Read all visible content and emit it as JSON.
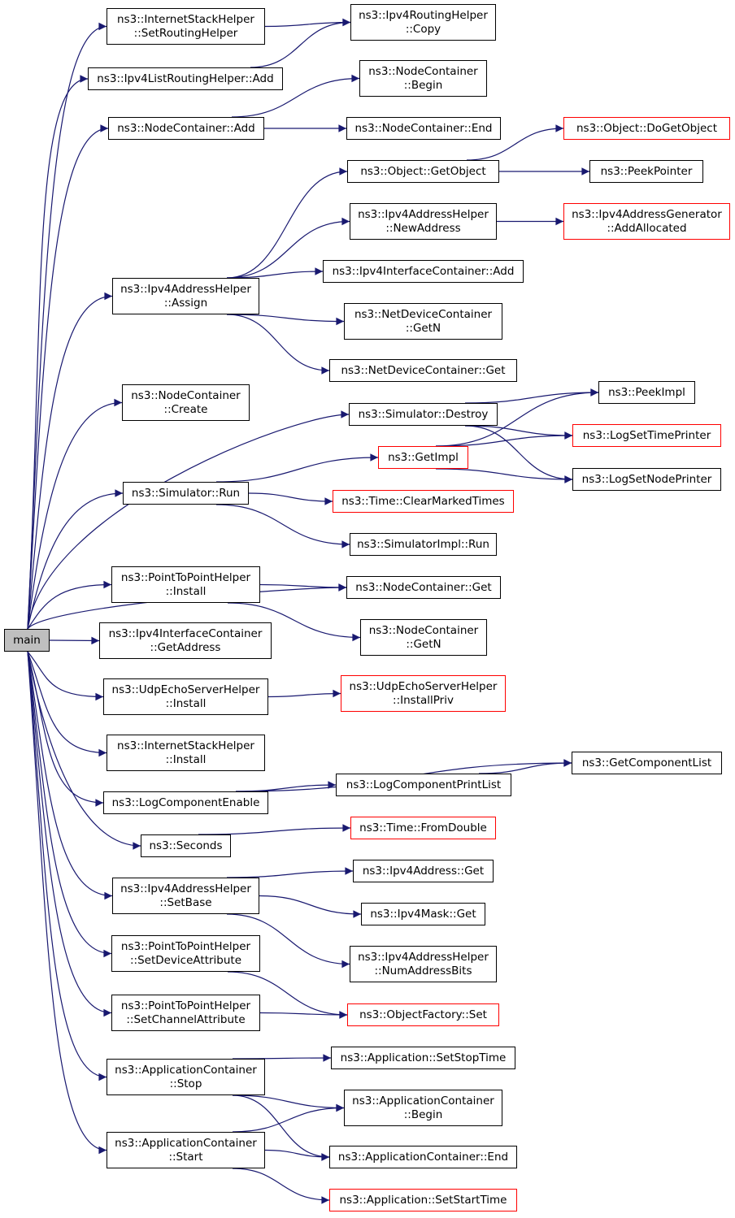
{
  "colors": {
    "edge": "#191970",
    "node_border": "#000000",
    "truncated_border": "#ff0000",
    "root_fill": "#bfbfbf"
  },
  "nodes": {
    "main": {
      "lines": [
        "main"
      ]
    },
    "ish_setrouting": {
      "lines": [
        "ns3::InternetStackHelper",
        "::SetRoutingHelper"
      ]
    },
    "ipv4rh_copy": {
      "lines": [
        "ns3::Ipv4RoutingHelper",
        "::Copy"
      ]
    },
    "ipv4lrh_add": {
      "lines": [
        "ns3::Ipv4ListRoutingHelper::Add"
      ]
    },
    "nc_begin": {
      "lines": [
        "ns3::NodeContainer",
        "::Begin"
      ]
    },
    "nc_add": {
      "lines": [
        "ns3::NodeContainer::Add"
      ]
    },
    "nc_end": {
      "lines": [
        "ns3::NodeContainer::End"
      ]
    },
    "obj_dogetobject": {
      "lines": [
        "ns3::Object::DoGetObject"
      ]
    },
    "obj_getobject": {
      "lines": [
        "ns3::Object::GetObject"
      ]
    },
    "peekpointer": {
      "lines": [
        "ns3::PeekPointer"
      ]
    },
    "ipv4ah_newaddress": {
      "lines": [
        "ns3::Ipv4AddressHelper",
        "::NewAddress"
      ]
    },
    "ipv4ag_addallocated": {
      "lines": [
        "ns3::Ipv4AddressGenerator",
        "::AddAllocated"
      ]
    },
    "ipv4ic_add": {
      "lines": [
        "ns3::Ipv4InterfaceContainer::Add"
      ]
    },
    "ipv4ah_assign": {
      "lines": [
        "ns3::Ipv4AddressHelper",
        "::Assign"
      ]
    },
    "ndc_getn": {
      "lines": [
        "ns3::NetDeviceContainer",
        "::GetN"
      ]
    },
    "ndc_get": {
      "lines": [
        "ns3::NetDeviceContainer::Get"
      ]
    },
    "nc_create": {
      "lines": [
        "ns3::NodeContainer",
        "::Create"
      ]
    },
    "peekimpl": {
      "lines": [
        "ns3::PeekImpl"
      ]
    },
    "sim_destroy": {
      "lines": [
        "ns3::Simulator::Destroy"
      ]
    },
    "logsettimeprinter": {
      "lines": [
        "ns3::LogSetTimePrinter"
      ]
    },
    "getimpl": {
      "lines": [
        "ns3::GetImpl"
      ]
    },
    "logsetnodeprinter": {
      "lines": [
        "ns3::LogSetNodePrinter"
      ]
    },
    "sim_run": {
      "lines": [
        "ns3::Simulator::Run"
      ]
    },
    "time_clearmarked": {
      "lines": [
        "ns3::Time::ClearMarkedTimes"
      ]
    },
    "simimpl_run": {
      "lines": [
        "ns3::SimulatorImpl::Run"
      ]
    },
    "p2p_install": {
      "lines": [
        "ns3::PointToPointHelper",
        "::Install"
      ]
    },
    "nc_get": {
      "lines": [
        "ns3::NodeContainer::Get"
      ]
    },
    "nc_getn": {
      "lines": [
        "ns3::NodeContainer",
        "::GetN"
      ]
    },
    "ipv4ic_getaddress": {
      "lines": [
        "ns3::Ipv4InterfaceContainer",
        "::GetAddress"
      ]
    },
    "udpes_install": {
      "lines": [
        "ns3::UdpEchoServerHelper",
        "::Install"
      ]
    },
    "udpes_installpriv": {
      "lines": [
        "ns3::UdpEchoServerHelper",
        "::InstallPriv"
      ]
    },
    "ish_install": {
      "lines": [
        "ns3::InternetStackHelper",
        "::Install"
      ]
    },
    "getcomponentlist": {
      "lines": [
        "ns3::GetComponentList"
      ]
    },
    "logcomponentenable": {
      "lines": [
        "ns3::LogComponentEnable"
      ]
    },
    "logcomponentprintlist": {
      "lines": [
        "ns3::LogComponentPrintList"
      ]
    },
    "seconds": {
      "lines": [
        "ns3::Seconds"
      ]
    },
    "time_fromdouble": {
      "lines": [
        "ns3::Time::FromDouble"
      ]
    },
    "ipv4addr_get": {
      "lines": [
        "ns3::Ipv4Address::Get"
      ]
    },
    "ipv4ah_setbase": {
      "lines": [
        "ns3::Ipv4AddressHelper",
        "::SetBase"
      ]
    },
    "ipv4mask_get": {
      "lines": [
        "ns3::Ipv4Mask::Get"
      ]
    },
    "ipv4ah_numaddrbits": {
      "lines": [
        "ns3::Ipv4AddressHelper",
        "::NumAddressBits"
      ]
    },
    "p2p_setdeviceattr": {
      "lines": [
        "ns3::PointToPointHelper",
        "::SetDeviceAttribute"
      ]
    },
    "objfactory_set": {
      "lines": [
        "ns3::ObjectFactory::Set"
      ]
    },
    "p2p_setchannelattr": {
      "lines": [
        "ns3::PointToPointHelper",
        "::SetChannelAttribute"
      ]
    },
    "ac_stop": {
      "lines": [
        "ns3::ApplicationContainer",
        "::Stop"
      ]
    },
    "app_setstoptime": {
      "lines": [
        "ns3::Application::SetStopTime"
      ]
    },
    "ac_begin": {
      "lines": [
        "ns3::ApplicationContainer",
        "::Begin"
      ]
    },
    "ac_start": {
      "lines": [
        "ns3::ApplicationContainer",
        "::Start"
      ]
    },
    "ac_end": {
      "lines": [
        "ns3::ApplicationContainer::End"
      ]
    },
    "app_setstarttime": {
      "lines": [
        "ns3::Application::SetStartTime"
      ]
    }
  },
  "edges": [
    [
      "main",
      "ish_setrouting"
    ],
    [
      "main",
      "ipv4lrh_add"
    ],
    [
      "main",
      "nc_add"
    ],
    [
      "main",
      "ipv4ah_assign"
    ],
    [
      "main",
      "nc_create"
    ],
    [
      "main",
      "sim_destroy"
    ],
    [
      "main",
      "sim_run"
    ],
    [
      "main",
      "nc_get"
    ],
    [
      "main",
      "p2p_install"
    ],
    [
      "main",
      "ipv4ic_getaddress"
    ],
    [
      "main",
      "udpes_install"
    ],
    [
      "main",
      "ish_install"
    ],
    [
      "main",
      "logcomponentenable"
    ],
    [
      "main",
      "seconds"
    ],
    [
      "main",
      "ipv4ah_setbase"
    ],
    [
      "main",
      "p2p_setdeviceattr"
    ],
    [
      "main",
      "p2p_setchannelattr"
    ],
    [
      "main",
      "ac_stop"
    ],
    [
      "main",
      "ac_start"
    ],
    [
      "ish_setrouting",
      "ipv4rh_copy"
    ],
    [
      "ipv4lrh_add",
      "ipv4rh_copy"
    ],
    [
      "nc_add",
      "nc_begin"
    ],
    [
      "nc_add",
      "nc_end"
    ],
    [
      "obj_getobject",
      "obj_dogetobject"
    ],
    [
      "obj_getobject",
      "peekpointer"
    ],
    [
      "ipv4ah_newaddress",
      "ipv4ag_addallocated"
    ],
    [
      "ipv4ah_assign",
      "obj_getobject"
    ],
    [
      "ipv4ah_assign",
      "ipv4ah_newaddress"
    ],
    [
      "ipv4ah_assign",
      "ipv4ic_add"
    ],
    [
      "ipv4ah_assign",
      "ndc_getn"
    ],
    [
      "ipv4ah_assign",
      "ndc_get"
    ],
    [
      "sim_destroy",
      "peekimpl"
    ],
    [
      "sim_destroy",
      "logsettimeprinter"
    ],
    [
      "sim_destroy",
      "logsetnodeprinter"
    ],
    [
      "getimpl",
      "peekimpl"
    ],
    [
      "getimpl",
      "logsettimeprinter"
    ],
    [
      "getimpl",
      "logsetnodeprinter"
    ],
    [
      "sim_run",
      "getimpl"
    ],
    [
      "sim_run",
      "time_clearmarked"
    ],
    [
      "sim_run",
      "simimpl_run"
    ],
    [
      "p2p_install",
      "nc_get"
    ],
    [
      "p2p_install",
      "nc_getn"
    ],
    [
      "udpes_install",
      "udpes_installpriv"
    ],
    [
      "logcomponentenable",
      "getcomponentlist"
    ],
    [
      "logcomponentenable",
      "logcomponentprintlist"
    ],
    [
      "logcomponentprintlist",
      "getcomponentlist"
    ],
    [
      "seconds",
      "time_fromdouble"
    ],
    [
      "ipv4ah_setbase",
      "ipv4addr_get"
    ],
    [
      "ipv4ah_setbase",
      "ipv4mask_get"
    ],
    [
      "ipv4ah_setbase",
      "ipv4ah_numaddrbits"
    ],
    [
      "p2p_setdeviceattr",
      "objfactory_set"
    ],
    [
      "p2p_setchannelattr",
      "objfactory_set"
    ],
    [
      "ac_stop",
      "app_setstoptime"
    ],
    [
      "ac_stop",
      "ac_begin"
    ],
    [
      "ac_stop",
      "ac_end"
    ],
    [
      "ac_start",
      "ac_begin"
    ],
    [
      "ac_start",
      "ac_end"
    ],
    [
      "ac_start",
      "app_setstarttime"
    ]
  ]
}
